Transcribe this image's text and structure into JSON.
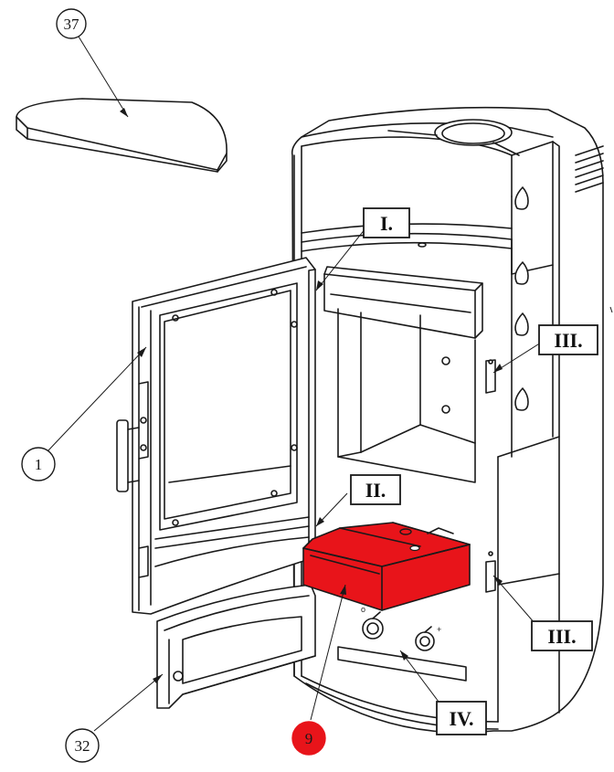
{
  "parts": [
    {
      "id": "callout-37",
      "label": "37",
      "highlighted": false
    },
    {
      "id": "callout-1",
      "label": "1",
      "highlighted": false
    },
    {
      "id": "callout-32",
      "label": "32",
      "highlighted": false
    },
    {
      "id": "callout-9",
      "label": "9",
      "highlighted": true
    }
  ],
  "details": [
    {
      "id": "detail-I",
      "label": "I."
    },
    {
      "id": "detail-II",
      "label": "II."
    },
    {
      "id": "detail-III-upper",
      "label": "III."
    },
    {
      "id": "detail-III-lower",
      "label": "III."
    },
    {
      "id": "detail-IV",
      "label": "IV."
    }
  ],
  "colors": {
    "highlight_part": "#e8141a",
    "highlight_callout": "#e8141a",
    "line": "#1a1a1a",
    "background": "#ffffff"
  }
}
